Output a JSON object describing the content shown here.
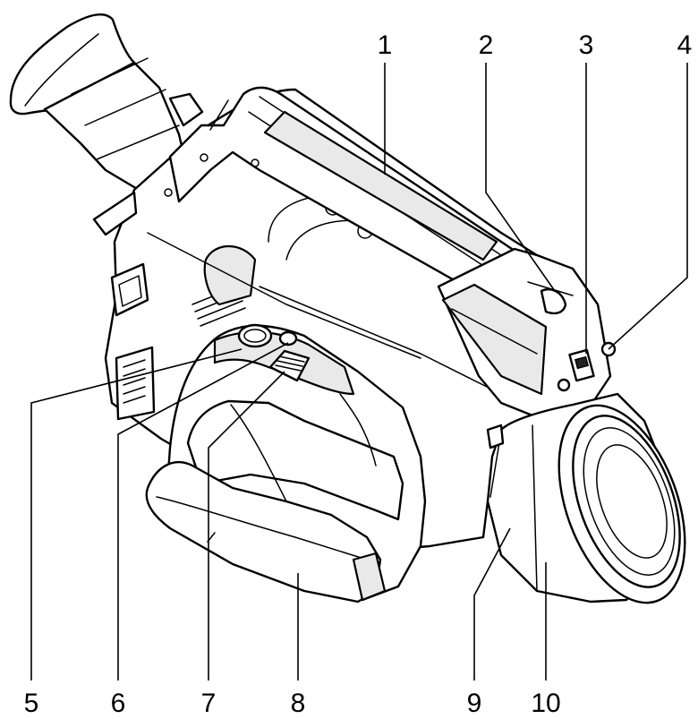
{
  "figure": {
    "callouts": [
      {
        "id": 1,
        "label": "1"
      },
      {
        "id": 2,
        "label": "2"
      },
      {
        "id": 3,
        "label": "3"
      },
      {
        "id": 4,
        "label": "4"
      },
      {
        "id": 5,
        "label": "5"
      },
      {
        "id": 6,
        "label": "6"
      },
      {
        "id": 7,
        "label": "7"
      },
      {
        "id": 8,
        "label": "8"
      },
      {
        "id": 9,
        "label": "9"
      },
      {
        "id": 10,
        "label": "10"
      }
    ]
  }
}
